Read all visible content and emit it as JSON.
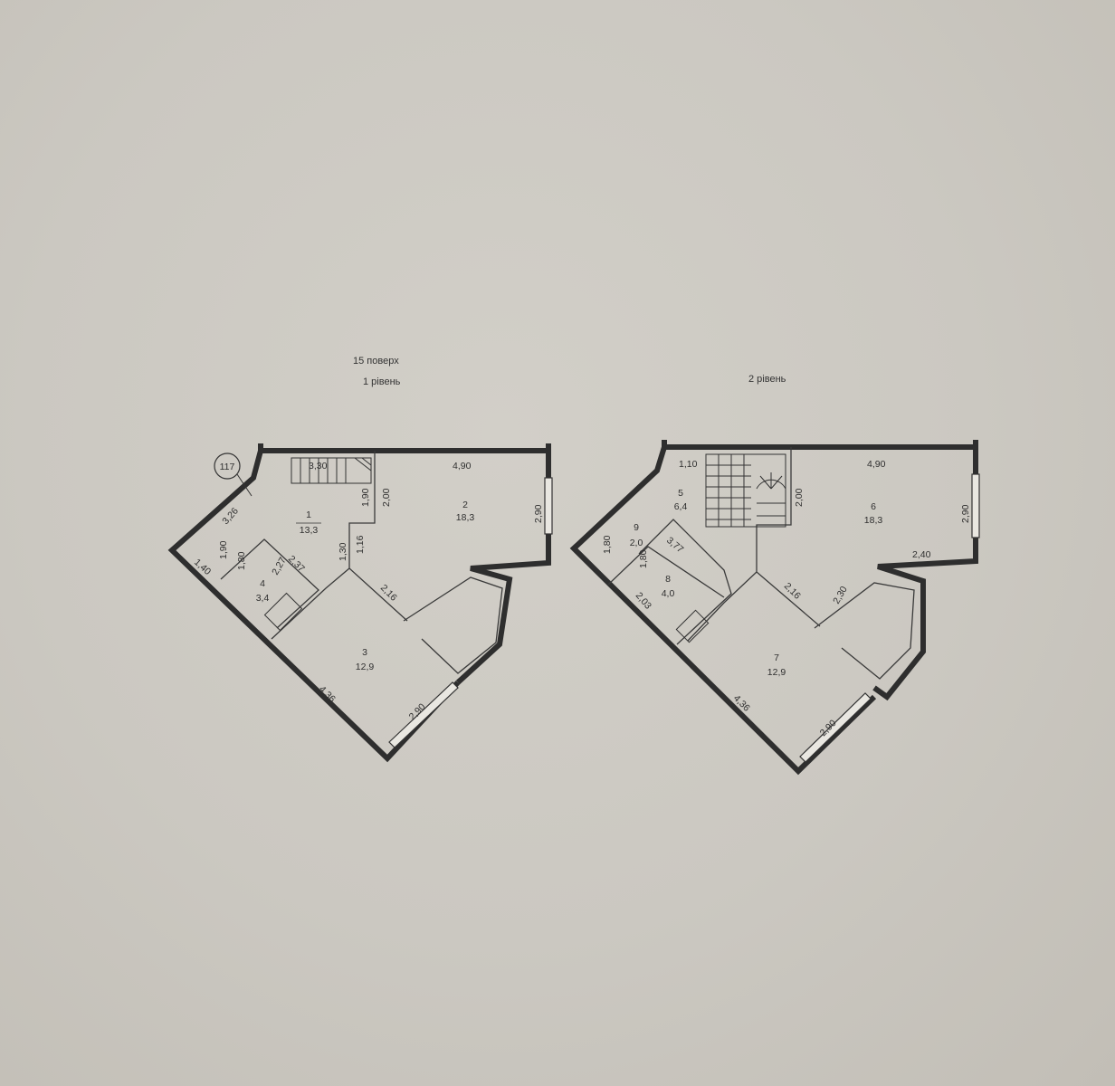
{
  "titles": {
    "floor": "15 поверх",
    "level1": "1 рівень",
    "level2": "2 рівень"
  },
  "apartment_number": "117",
  "level1": {
    "rooms": [
      {
        "id": "1",
        "area": "13,3"
      },
      {
        "id": "2",
        "area": "18,3"
      },
      {
        "id": "3",
        "area": "12,9"
      },
      {
        "id": "4",
        "area": "3,4"
      }
    ],
    "dims": [
      "3,30",
      "4,90",
      "1,90",
      "2,00",
      "2,90",
      "3,26",
      "1,30",
      "1,16",
      "1,40",
      "1,90",
      "1,80",
      "2,37",
      "2,27",
      "2,16",
      "4,36",
      "2,90"
    ]
  },
  "level2": {
    "rooms": [
      {
        "id": "5",
        "area": "6,4"
      },
      {
        "id": "6",
        "area": "18,3"
      },
      {
        "id": "7",
        "area": "12,9"
      },
      {
        "id": "8",
        "area": "4,0"
      },
      {
        "id": "9",
        "area": "2,0"
      }
    ],
    "dims": [
      "1,10",
      "4,90",
      "2,00",
      "2,90",
      "1,80",
      "3,77",
      "1,80",
      "2,40",
      "2,16",
      "2,30",
      "2,03",
      "4,36",
      "2,90"
    ]
  }
}
